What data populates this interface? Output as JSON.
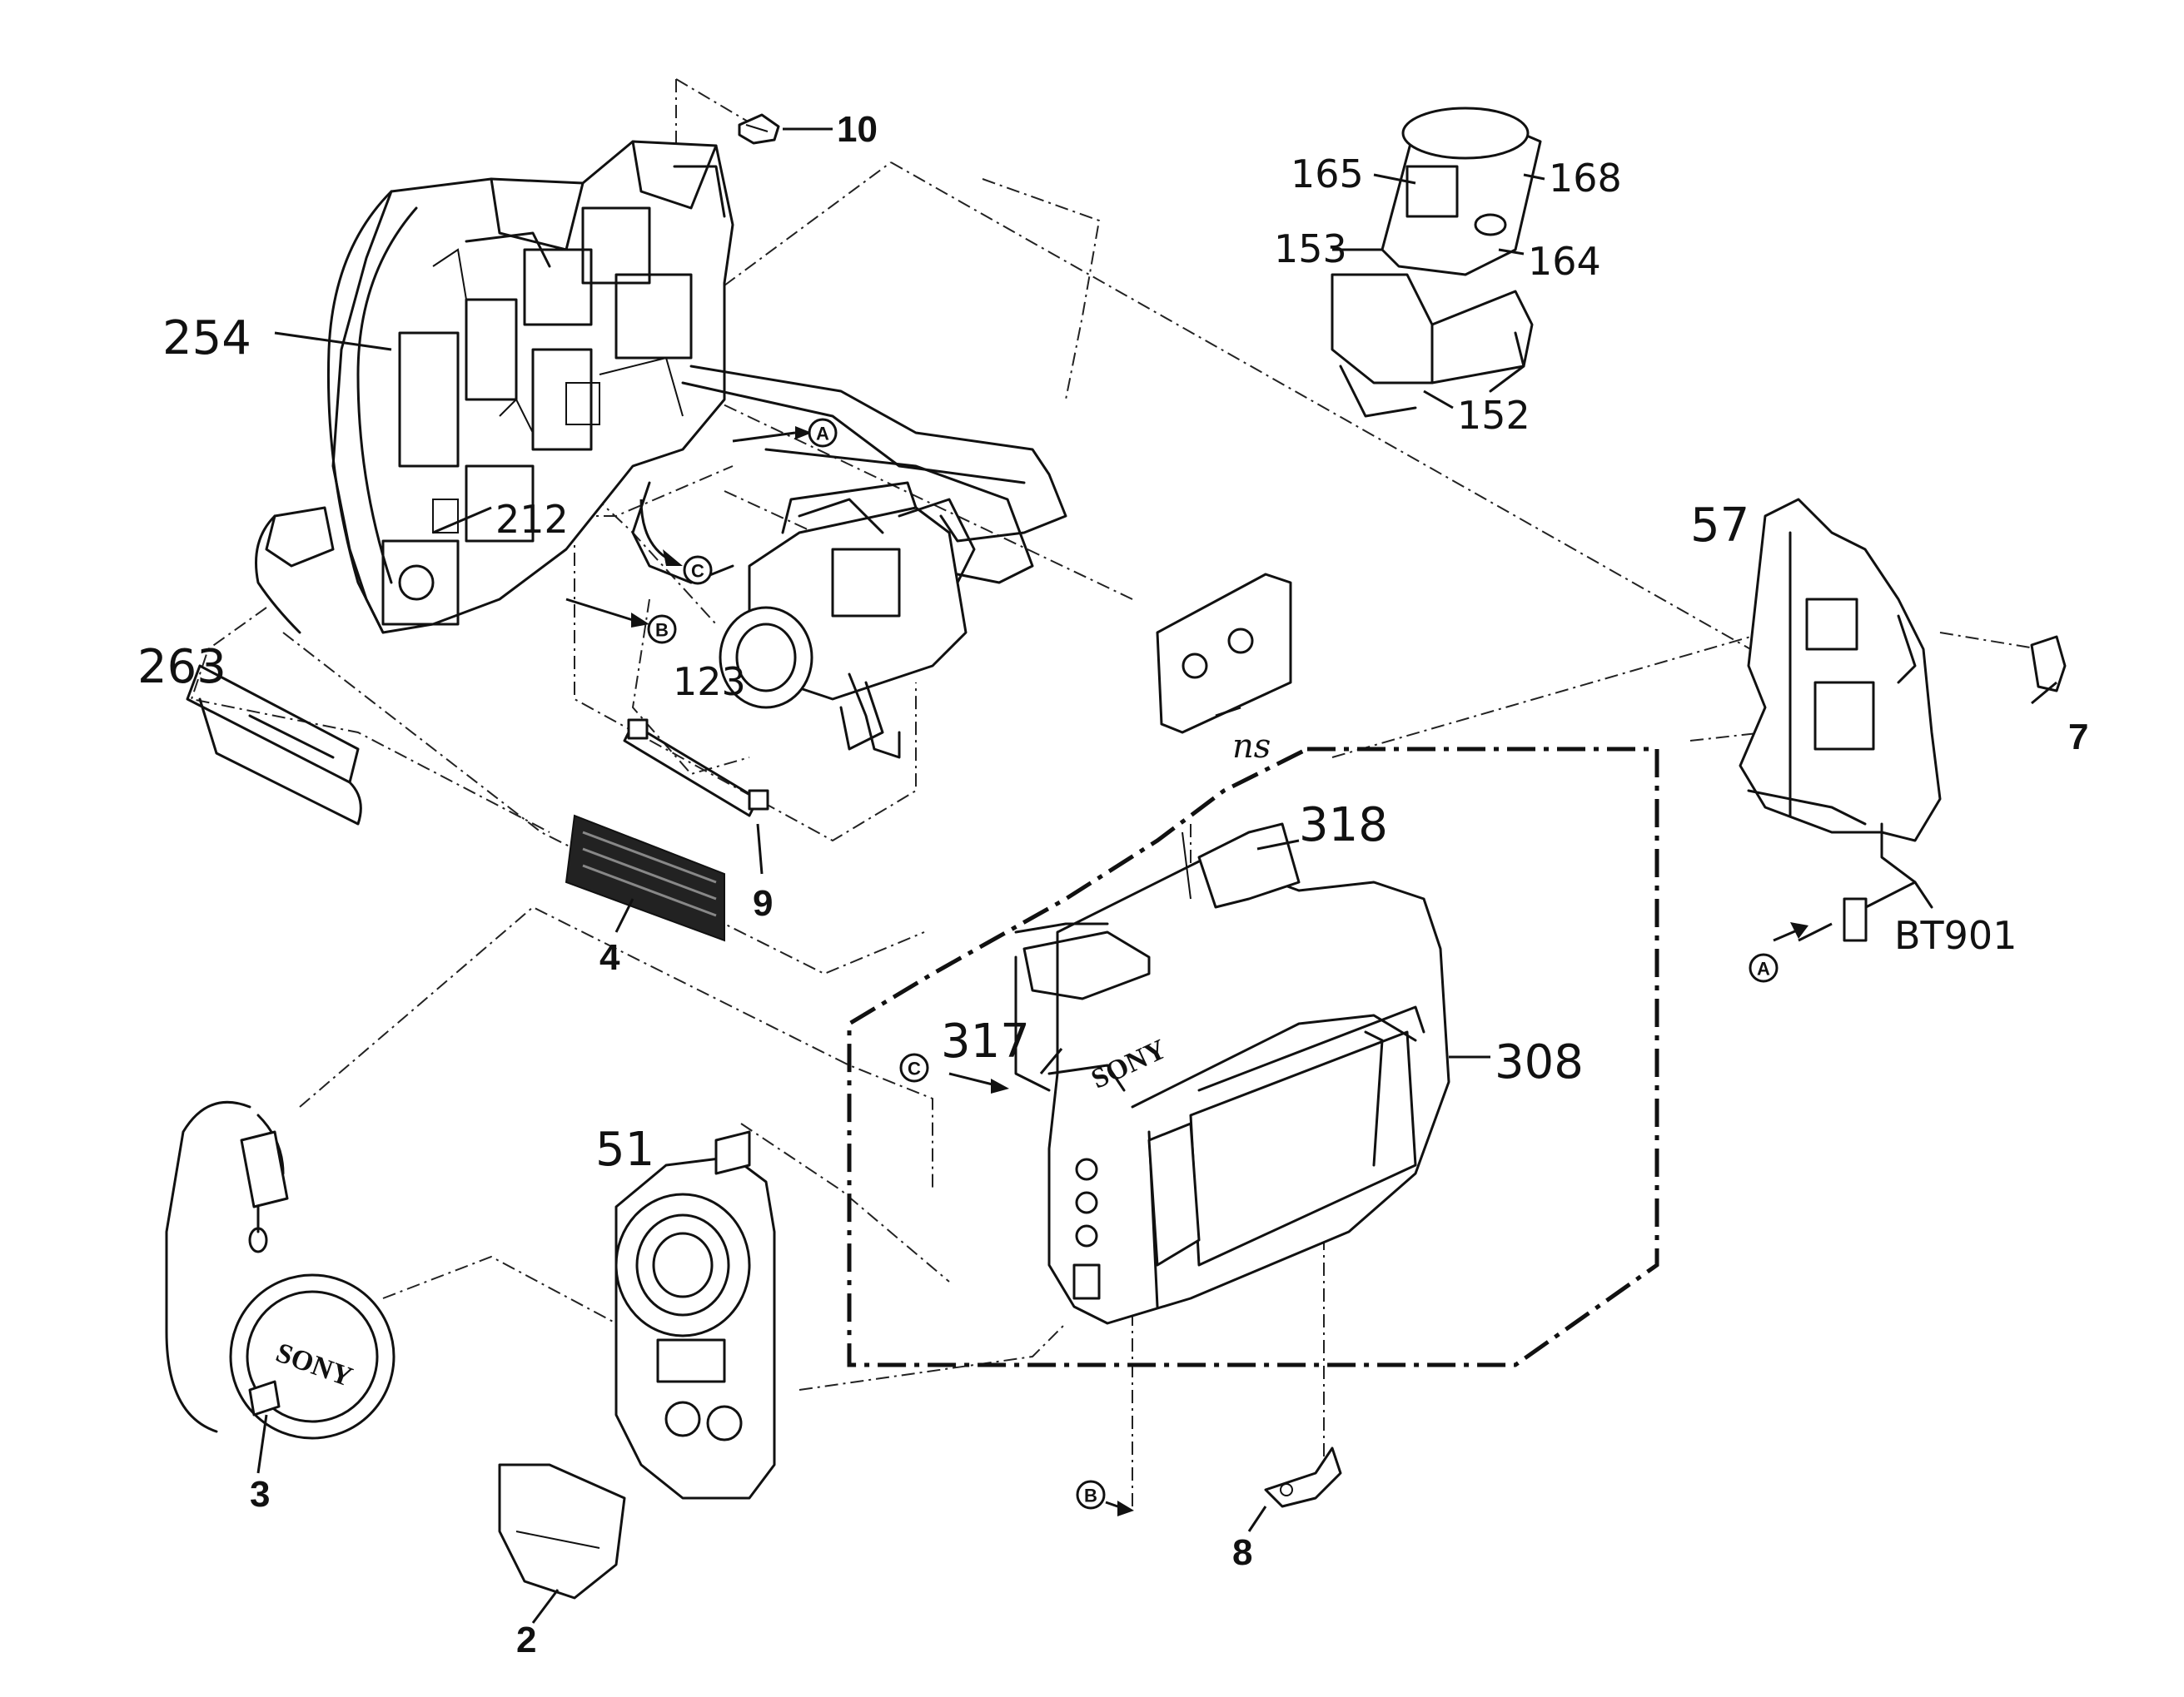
{
  "diagram": {
    "labels": {
      "p10": "10",
      "p165": "165",
      "p168": "168",
      "p153": "153",
      "p164": "164",
      "p152": "152",
      "p254": "254",
      "p212": "212",
      "p263": "263",
      "p123": "123",
      "pns": "ns",
      "p57": "57",
      "p7": "7",
      "p9": "9",
      "p4": "4",
      "p318": "318",
      "pBT901": "BT901",
      "p317": "317",
      "p308": "308",
      "p51": "51",
      "p3": "3",
      "p2": "2",
      "p8": "8"
    },
    "markers": {
      "a1": "A",
      "a2": "A",
      "b1": "B",
      "b2": "B",
      "c1": "C",
      "c2": "C"
    },
    "brand": {
      "cap": "SONY",
      "body": "SONY"
    }
  }
}
